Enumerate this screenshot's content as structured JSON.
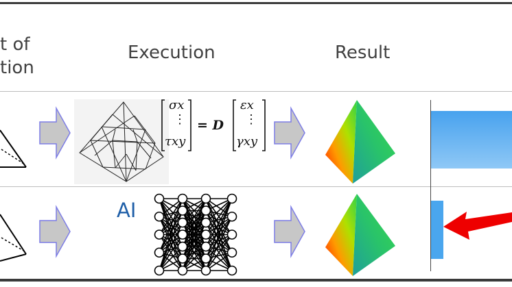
{
  "header": {
    "col1_line1": "t of",
    "col1_line2": "tion",
    "col2": "Execution",
    "col3": "Result"
  },
  "row1": {
    "equation": {
      "lhs_top": "σx",
      "lhs_bottom": "τxy",
      "operator": "= D",
      "rhs_top": "εx",
      "rhs_bottom": "γxy",
      "ellipsis": "⋮"
    }
  },
  "row2": {
    "ai_label": "AI"
  },
  "colors": {
    "arrow_fill": "#c7c7c7",
    "arrow_stroke": "#7d7de6",
    "blue_bar": "#5aa8ec",
    "red_arrow": "#ee0000",
    "ai_text": "#1f5fa8"
  }
}
